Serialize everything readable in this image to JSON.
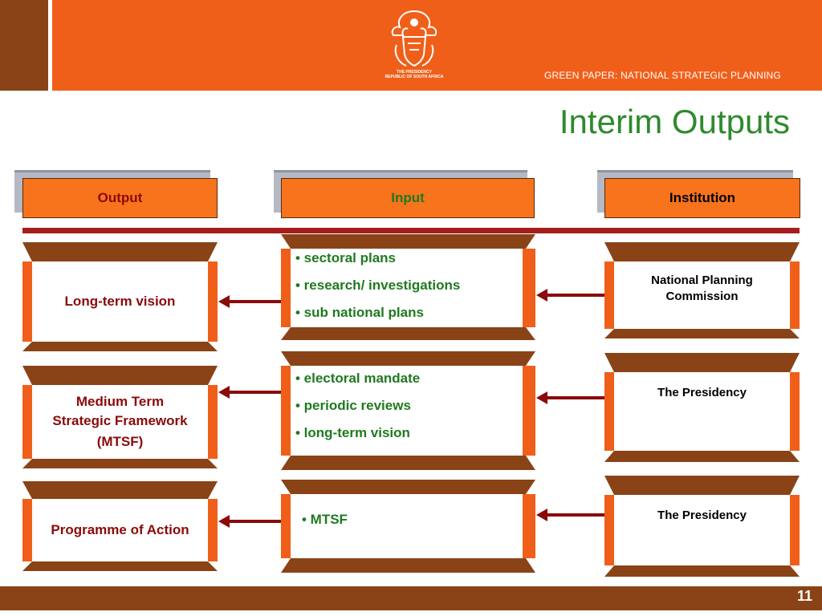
{
  "header": {
    "paper_title": "GREEN PAPER: NATIONAL STRATEGIC PLANNING",
    "logo_caption_line1": "THE PRESIDENCY",
    "logo_caption_line2": "REPUBLIC OF SOUTH AFRICA",
    "logo_icon": "coat-of-arms-icon"
  },
  "slide": {
    "title": "Interim Outputs",
    "page_number": "11"
  },
  "columns": {
    "output": "Output",
    "input": "Input",
    "institution": "Institution"
  },
  "rows": [
    {
      "output": "Long-term vision",
      "inputs": [
        "• sectoral plans",
        "• research/ investigations",
        "• sub national plans"
      ],
      "institution": "National Planning Commission"
    },
    {
      "output_lines": [
        "Medium Term",
        "Strategic Framework",
        "(MTSF)"
      ],
      "inputs": [
        "• electoral mandate",
        "• periodic reviews",
        "• long-term vision"
      ],
      "institution": "The Presidency"
    },
    {
      "output": "Programme of Action",
      "inputs": [
        "• MTSF"
      ],
      "institution": "The Presidency"
    }
  ],
  "colors": {
    "orange": "#f05f1a",
    "brown": "#8a4316",
    "dark_red": "#8b0a0a",
    "green": "#2e8a2e"
  }
}
